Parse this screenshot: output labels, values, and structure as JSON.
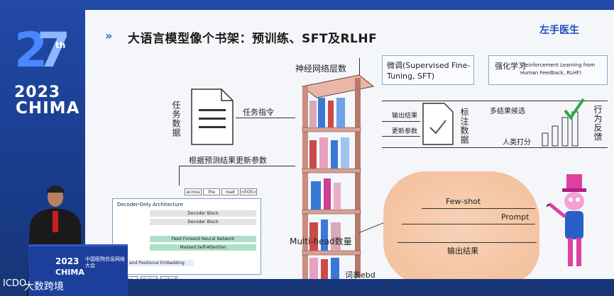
{
  "banner": {
    "year": "2023",
    "name": "CHIMA",
    "edition_mark": "27th"
  },
  "slide": {
    "title": "大语言模型像个书架：预训练、SFT及RLHF",
    "brand": "左手医生",
    "task_data": "任务数据",
    "task_instruction": "任务指令",
    "nn_layers": "神经网络层数",
    "sft": "微调(Supervised Fine-Tuning, SFT)",
    "rlhf_cn": "强化学习",
    "rlhf_en": "(Reinforcement Learning from Human Feedback, RLHF)",
    "output_result": "输出结果",
    "update_params": "更新参数",
    "labeled_data": "标注数据",
    "multi_candidates": "多结果候选",
    "human_scoring": "人类打分",
    "behavior_feedback": "行为反馈",
    "update_by_prediction": "根据预测结果更新参数",
    "multi_head": "Multi-head数量",
    "vocab_embed": "词表ebd",
    "few_shot": "Few-shot",
    "prompt": "Prompt",
    "cloud_output": "输出结果"
  },
  "arch": {
    "title": "Decoder-Only Architecture",
    "blocks": [
      "Decoder Block",
      "Decoder Block"
    ],
    "ffn": "Feed Forward Neural Network",
    "mask_attn": "Masked Self-Attention",
    "pos_embed": "Token and Positional Embedding",
    "out_tokens": [
      "across",
      "the",
      "road",
      "<EOS>"
    ],
    "in_tokens": [
      "the",
      "chicken",
      "walked"
    ]
  },
  "podium": {
    "year": "2023",
    "name": "CHIMA",
    "subtitle": "中国医院信息网络大会"
  },
  "watermark": {
    "logo": "ICDO",
    "text": "大数跨境"
  },
  "colors": {
    "slide_bg": "#f4f6fa",
    "banner_bg": "#1b3f93",
    "accent": "#2c60c8",
    "book_red": "#c94a4a",
    "book_blue": "#3a78d8",
    "cloud": "#f5c6a5"
  }
}
